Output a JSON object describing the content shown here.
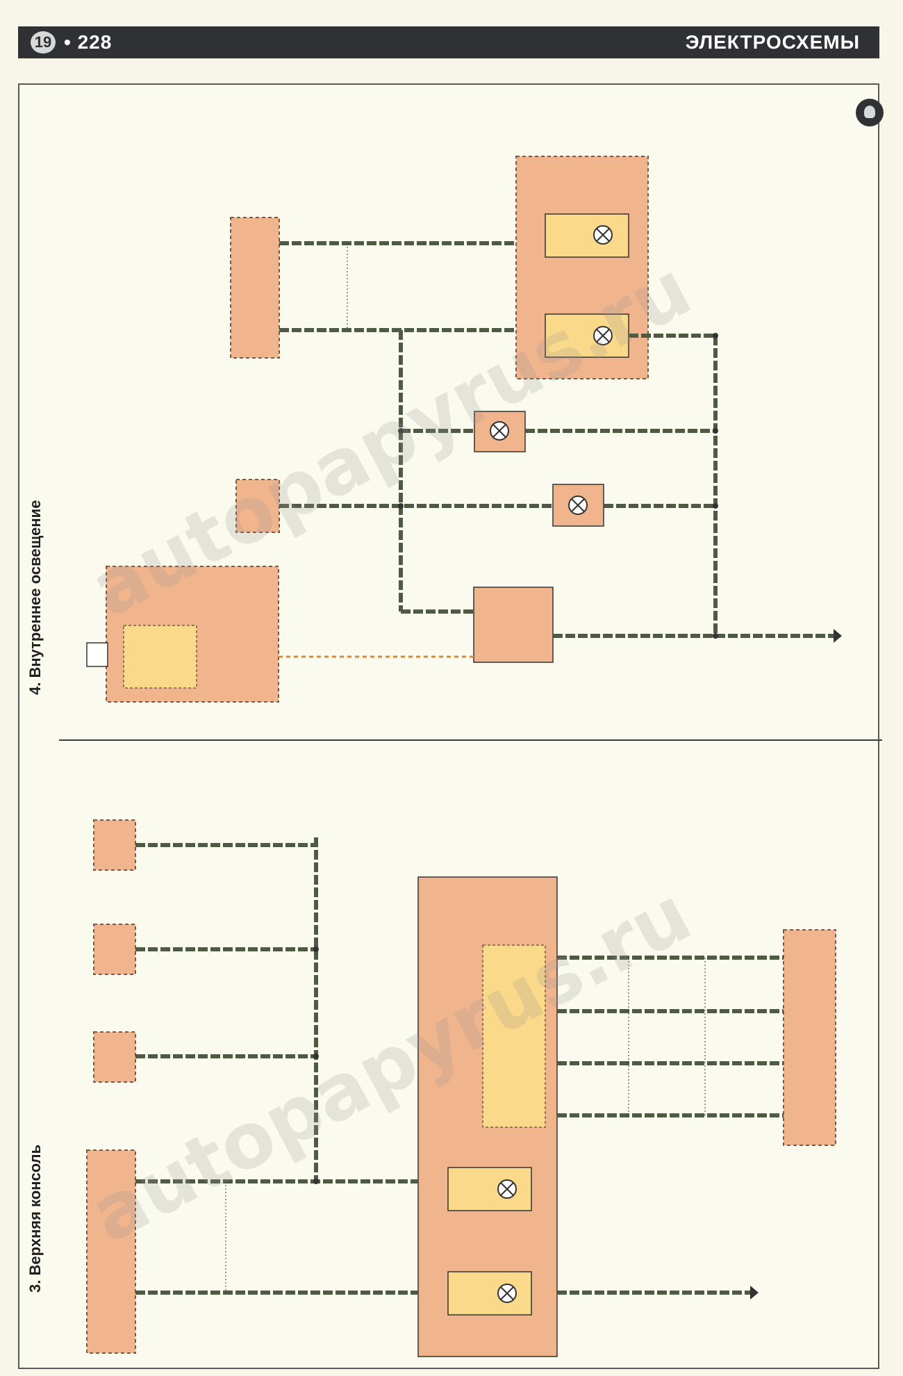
{
  "header": {
    "badge": "19",
    "page_number": "• 228",
    "section_title": "ЭЛЕКТРОСХЕМЫ"
  },
  "sections": {
    "top_title": "4. Внутреннее освещение",
    "bottom_title": "3. Верхняя консоль"
  },
  "watermark": "autopapyrus.ru",
  "colors": {
    "header_bg": "#2f3134",
    "module_fill": "#f0b58d",
    "lamp_fill": "#fbd98a",
    "wire": "#4f5a43",
    "wire_dash": "#c8cc9a"
  }
}
